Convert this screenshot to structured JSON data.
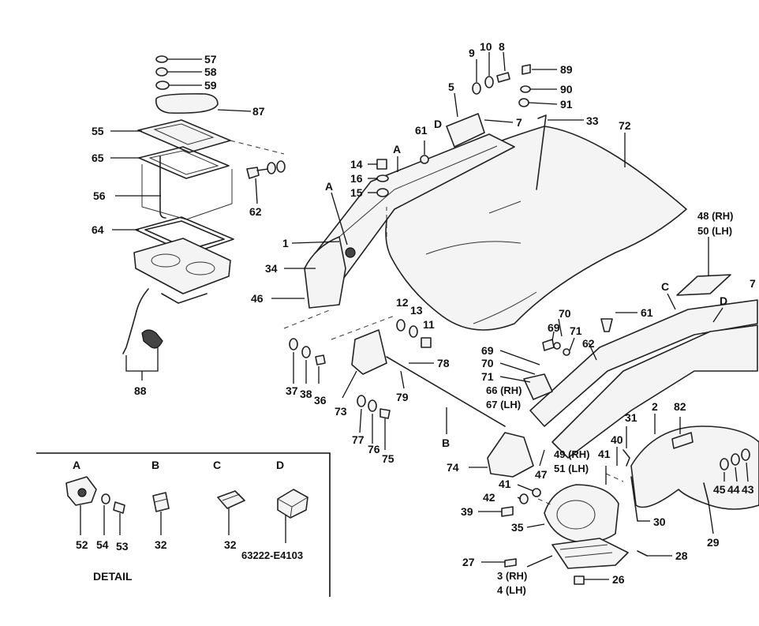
{
  "callouts": {
    "c57": "57",
    "c58": "58",
    "c59": "59",
    "c87": "87",
    "c55": "55",
    "c65": "65",
    "c56": "56",
    "c62a": "62",
    "c64": "64",
    "c88": "88",
    "c9": "9",
    "c10": "10",
    "c8": "8",
    "c89": "89",
    "c90": "90",
    "c91": "91",
    "c5": "5",
    "cD1": "D",
    "c61a": "61",
    "c7a": "7",
    "c33": "33",
    "c72": "72",
    "c14": "14",
    "c16": "16",
    "c15": "15",
    "cA1": "A",
    "cA2": "A",
    "c1": "1",
    "c34": "34",
    "c46": "46",
    "c48": "48 (RH)",
    "c50": "50 (LH)",
    "cC1": "C",
    "cD2": "D",
    "c7b": "7",
    "c12": "12",
    "c13": "13",
    "c11": "11",
    "c70a": "70",
    "c69a": "69",
    "c71a": "71",
    "c61b": "61",
    "c62b": "62",
    "c69b": "69",
    "c70b": "70",
    "c71b": "71",
    "c66": "66 (RH)",
    "c67": "67 (LH)",
    "c78": "78",
    "c79": "79",
    "c37": "37",
    "c38": "38",
    "c36": "36",
    "c73": "73",
    "c77": "77",
    "c76": "76",
    "c75": "75",
    "cB1": "B",
    "c31": "31",
    "c2": "2",
    "c82": "82",
    "c40": "40",
    "c49": "49 (RH)",
    "c41a": "41",
    "c51": "51 (LH)",
    "c45": "45",
    "c44": "44",
    "c43": "43",
    "c74": "74",
    "c47": "47",
    "c41b": "41",
    "c42": "42",
    "c39": "39",
    "c35": "35",
    "c30": "30",
    "c29": "29",
    "c28": "28",
    "c27": "27",
    "c3": "3 (RH)",
    "c4": "4 (LH)",
    "c26": "26"
  },
  "detail": {
    "title": "DETAIL",
    "col_a": "A",
    "col_b": "B",
    "col_c": "C",
    "col_d": "D",
    "n52": "52",
    "n54": "54",
    "n53": "53",
    "n32a": "32",
    "n32b": "32",
    "part_number": "63222-E4103"
  }
}
